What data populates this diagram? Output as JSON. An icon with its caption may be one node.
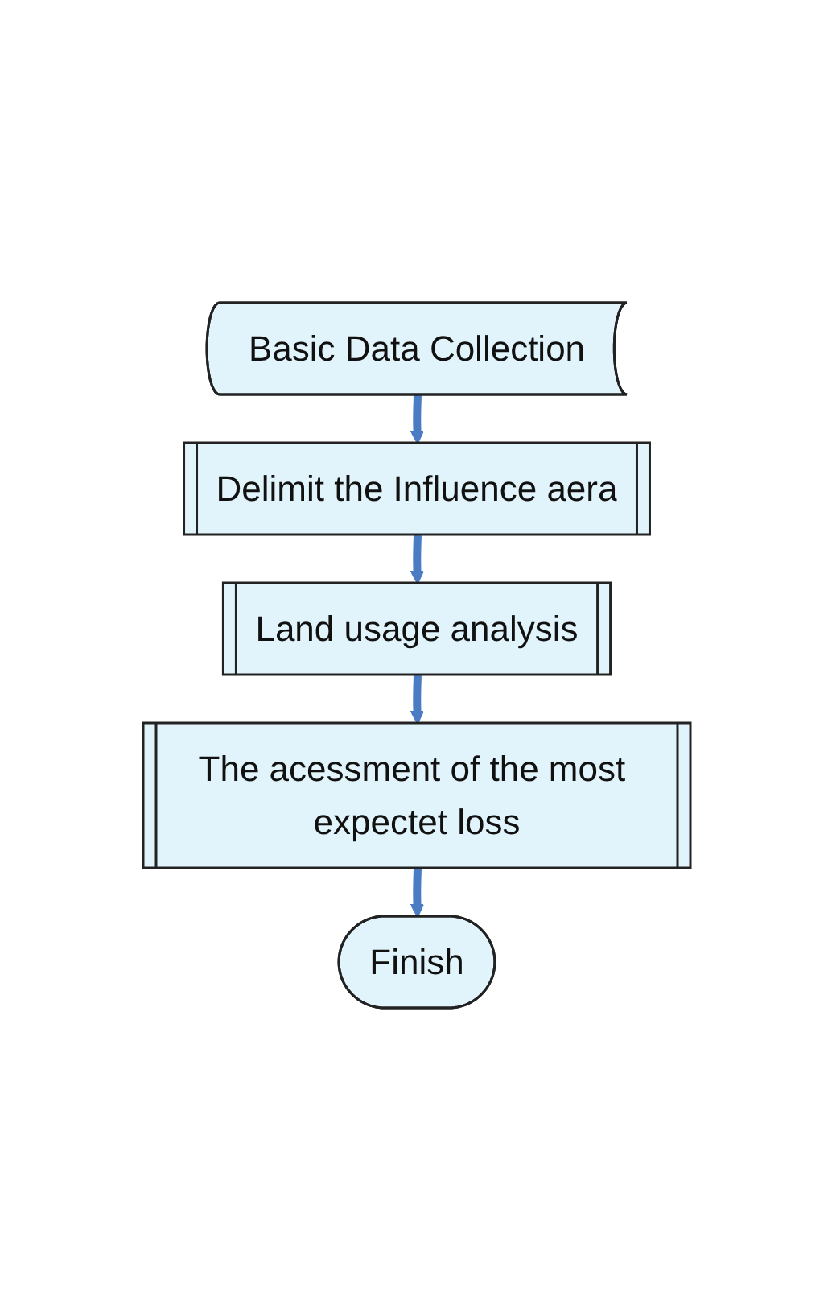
{
  "diagram": {
    "nodes": [
      {
        "text": [
          "Basic Data Collection"
        ]
      },
      {
        "text": [
          "Delimit the Influence aera"
        ]
      },
      {
        "text": [
          "Land usage analysis"
        ]
      },
      {
        "text": [
          "The acessment of the most expectet loss"
        ]
      },
      {
        "text": [
          "Finish"
        ]
      }
    ],
    "edges": [
      {
        "from": 0,
        "to": 1,
        "arrow": "to"
      },
      {
        "from": 1,
        "to": 2,
        "arrow": "to"
      },
      {
        "from": 2,
        "to": 3,
        "arrow": "to"
      },
      {
        "from": 3,
        "to": 4,
        "arrow": "to"
      }
    ]
  }
}
